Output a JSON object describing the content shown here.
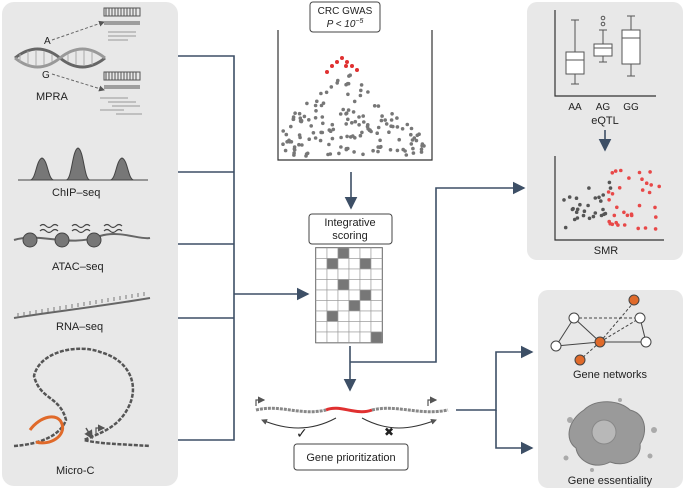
{
  "left_panel": {
    "mpra": {
      "label": "MPRA",
      "allele_a": "A",
      "allele_g": "G"
    },
    "chip": {
      "label": "ChIP–seq"
    },
    "atac": {
      "label": "ATAC–seq"
    },
    "rna": {
      "label": "RNA–seq"
    },
    "microc": {
      "label": "Micro-C"
    }
  },
  "gwas": {
    "title_line1": "CRC GWAS",
    "title_line2": "P < 10",
    "exponent": "−5"
  },
  "scoring": {
    "line1": "Integrative",
    "line2": "scoring"
  },
  "prioritization": {
    "label": "Gene prioritization",
    "check": "✓",
    "cross": "✖"
  },
  "right_panel": {
    "eqtl": {
      "label": "eQTL",
      "categories": [
        "AA",
        "AG",
        "GG"
      ]
    },
    "smr": {
      "label": "SMR"
    }
  },
  "outputs": {
    "networks": {
      "label": "Gene networks"
    },
    "essentiality": {
      "label": "Gene essentiality"
    }
  },
  "colors": {
    "panel_bg": "#e8e8e8",
    "arrow": "#3d4f66",
    "red": "#e03030",
    "orange": "#e06a2a",
    "grey_dot": "#777777"
  }
}
